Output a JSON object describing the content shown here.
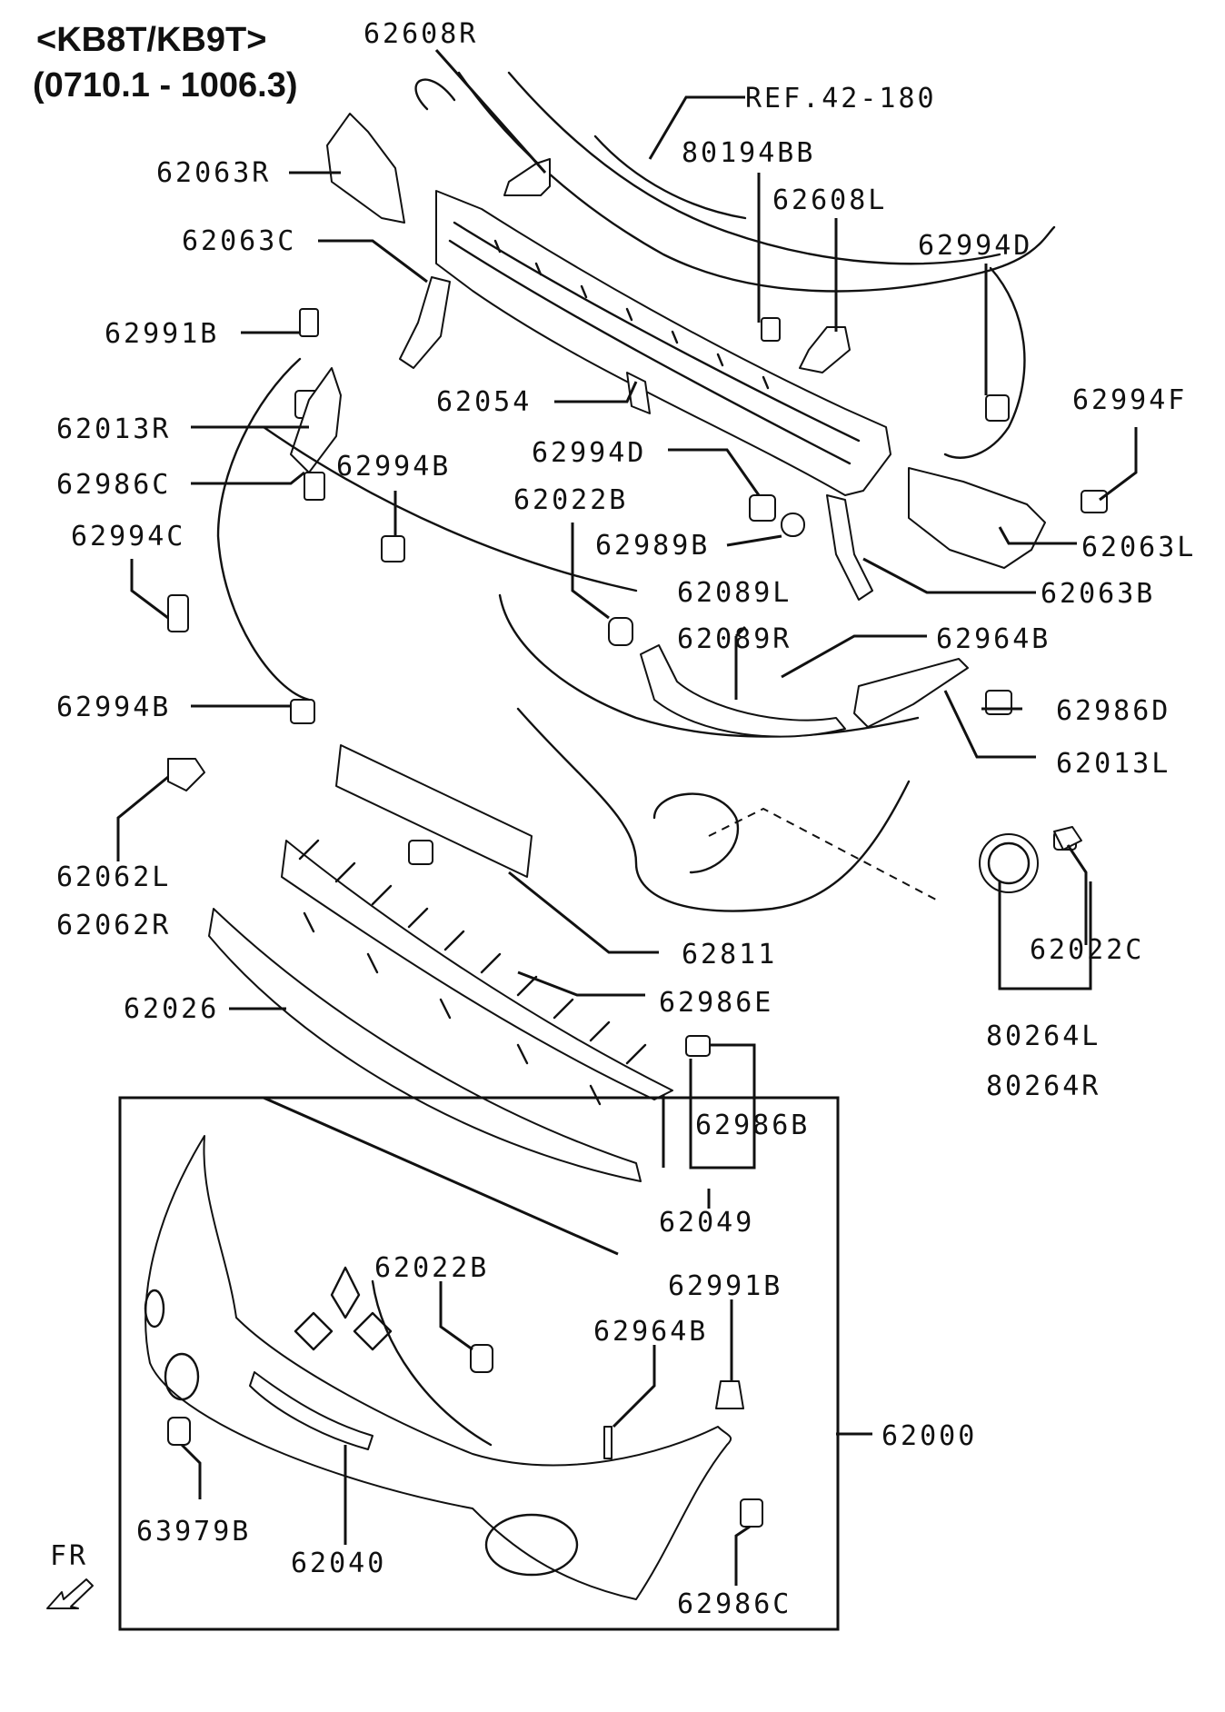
{
  "header": {
    "model": "<KB8T/KB9T>",
    "period": "(0710.1 - 1006.3)"
  },
  "callouts": [
    "62608R",
    "REF.42-180",
    "80194BB",
    "62608L",
    "62063R",
    "62063C",
    "62994D",
    "62991B",
    "62054",
    "62994F",
    "62013R",
    "62994D",
    "62986C",
    "62994B",
    "62022B",
    "62989B",
    "62063L",
    "62994C",
    "62089L",
    "62063B",
    "62089R",
    "62964B",
    "62994B",
    "62986D",
    "62013L",
    "62062L",
    "62062R",
    "62811",
    "62022C",
    "62986E",
    "62026",
    "80264L",
    "80264R",
    "62986B",
    "62049",
    "62022B",
    "62991B",
    "62964B",
    "62000",
    "63979B",
    "62040",
    "62986C"
  ],
  "direction_marker": "FR"
}
